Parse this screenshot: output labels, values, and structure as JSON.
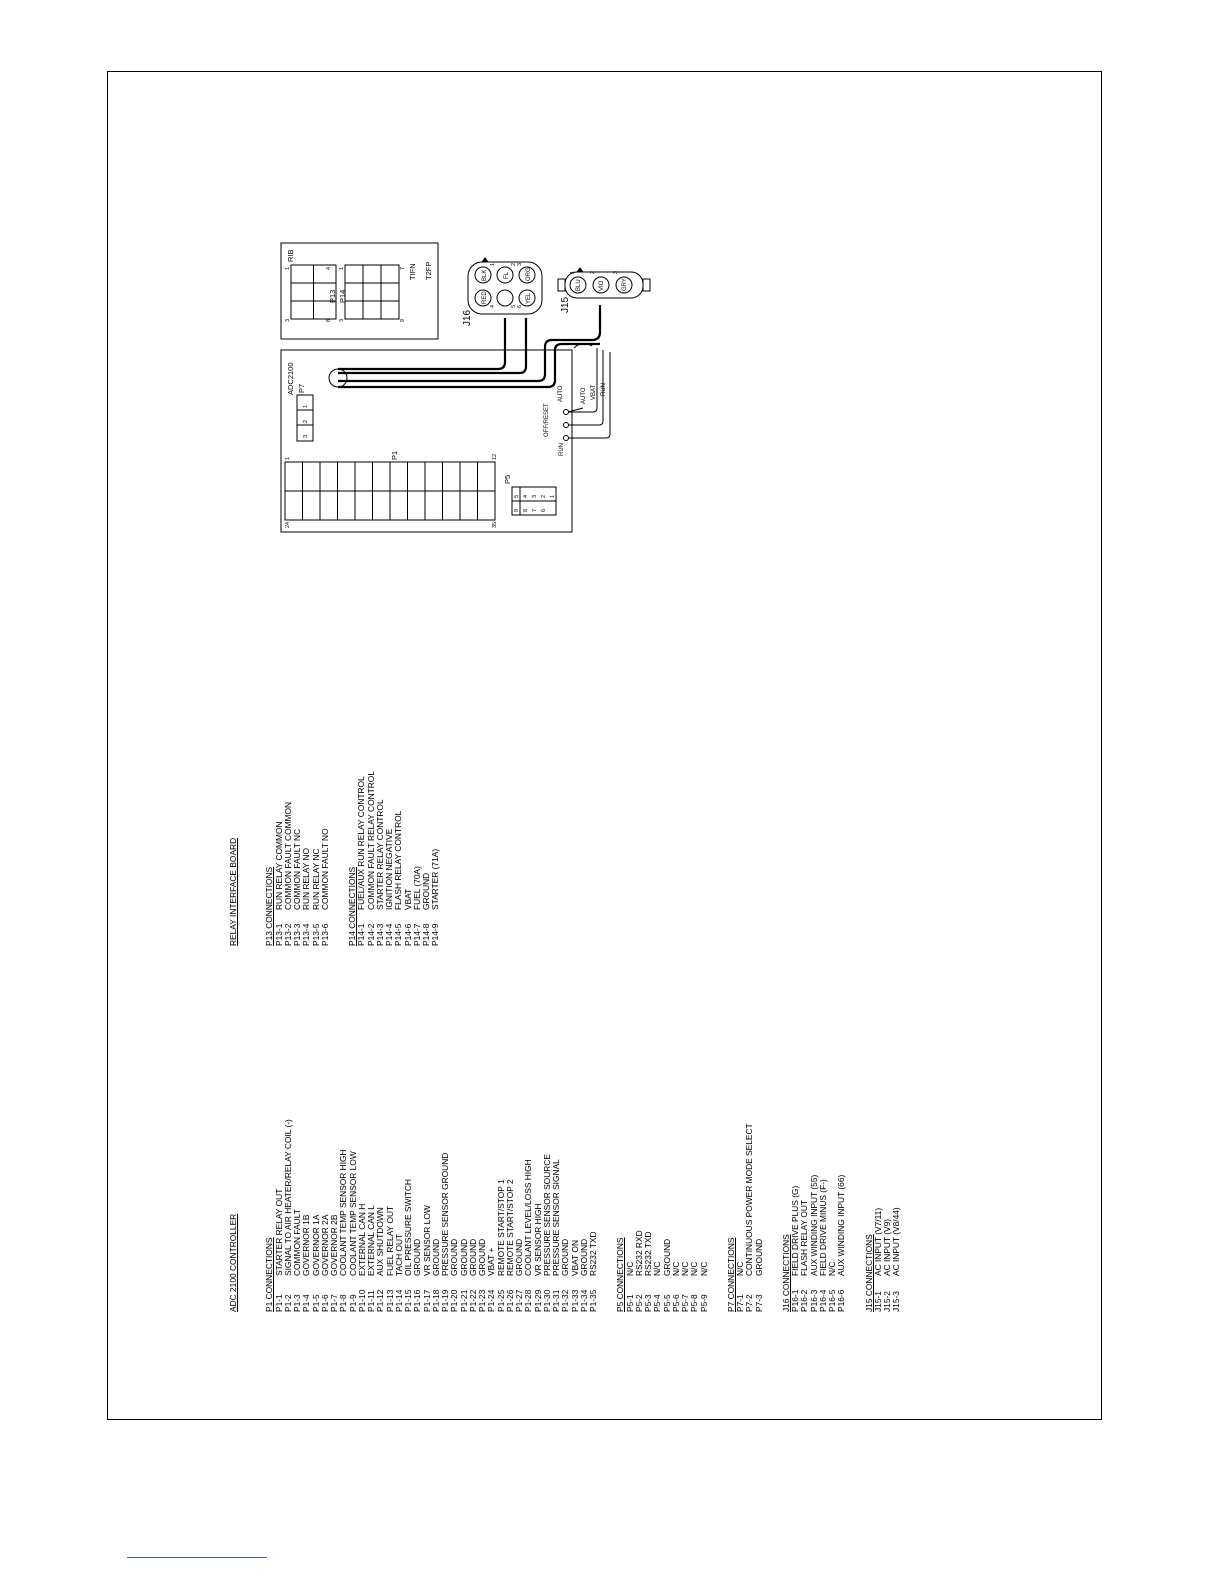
{
  "adc_controller": {
    "title": "ADC 2100 CONTROLLER",
    "groups": [
      {
        "header": "P1 CONNECTIONS",
        "rows": [
          {
            "pin": "P1-1",
            "desc": "STARTER RELAY OUT"
          },
          {
            "pin": "P1-2",
            "desc": "SIGNAL TO AIR HEATER/RELAY COIL (-)"
          },
          {
            "pin": "P1-3",
            "desc": "COMMON FAULT"
          },
          {
            "pin": "P1-4",
            "desc": "GOVERNOR 1B"
          },
          {
            "pin": "P1-5",
            "desc": "GOVERNOR 1A"
          },
          {
            "pin": "P1-6",
            "desc": "GOVERNOR 2A"
          },
          {
            "pin": "P1-7",
            "desc": "GOVERNOR 2B"
          },
          {
            "pin": "P1-8",
            "desc": "COOLANT TEMP SENSOR HIGH"
          },
          {
            "pin": "P1-9",
            "desc": "COOLANT TEMP SENSOR LOW"
          },
          {
            "pin": "P1-10",
            "desc": "EXTERNAL CAN H"
          },
          {
            "pin": "P1-11",
            "desc": "EXTERNAL CAN L"
          },
          {
            "pin": "P1-12",
            "desc": "AUX SHUTDOWN"
          },
          {
            "pin": "P1-13",
            "desc": "FUEL RELAY OUT"
          },
          {
            "pin": "P1-14",
            "desc": "TACH OUT"
          },
          {
            "pin": "P1-15",
            "desc": "OIL PRESSURE SWITCH"
          },
          {
            "pin": "P1-16",
            "desc": "GROUND"
          },
          {
            "pin": "P1-17",
            "desc": "VR SENSOR LOW"
          },
          {
            "pin": "P1-18",
            "desc": "GROUND"
          },
          {
            "pin": "P1-19",
            "desc": "PRESSURE SENSOR GROUND"
          },
          {
            "pin": "P1-20",
            "desc": "GROUND"
          },
          {
            "pin": "P1-21",
            "desc": "GROUND"
          },
          {
            "pin": "P1-22",
            "desc": "GROUND"
          },
          {
            "pin": "P1-23",
            "desc": "GROUND"
          },
          {
            "pin": "P1-24",
            "desc": "VBAT +"
          },
          {
            "pin": "P1-25",
            "desc": "REMOTE START/STOP 1"
          },
          {
            "pin": "P1-26",
            "desc": "REMOTE START/STOP 2"
          },
          {
            "pin": "P1-27",
            "desc": "GROUND"
          },
          {
            "pin": "P1-28",
            "desc": "COOLANT LEVEL/LOSS HIGH"
          },
          {
            "pin": "P1-29",
            "desc": "VR SENSOR HIGH"
          },
          {
            "pin": "P1-30",
            "desc": "PRESSURE SENSOR SOURCE"
          },
          {
            "pin": "P1-31",
            "desc": "PRESSURE SENSOR SIGNAL"
          },
          {
            "pin": "P1-32",
            "desc": "GROUND"
          },
          {
            "pin": "P1-33",
            "desc": "VBAT ON"
          },
          {
            "pin": "P1-34",
            "desc": "GROUND"
          },
          {
            "pin": "P1-35",
            "desc": "RS232 TXD"
          }
        ]
      },
      {
        "header": "P5 CONNECTIONS",
        "rows": [
          {
            "pin": "P5-1",
            "desc": "N/C"
          },
          {
            "pin": "P5-2",
            "desc": "RS232 RXD"
          },
          {
            "pin": "P5-3",
            "desc": "RS232 TXD"
          },
          {
            "pin": "P5-4",
            "desc": "N/C"
          },
          {
            "pin": "P5-5",
            "desc": "GROUND"
          },
          {
            "pin": "P5-6",
            "desc": "N/C"
          },
          {
            "pin": "P5-7",
            "desc": "N/C"
          },
          {
            "pin": "P5-8",
            "desc": "N/C"
          },
          {
            "pin": "P5-9",
            "desc": "N/C"
          }
        ]
      },
      {
        "header": "P7 CONNECTIONS",
        "rows": [
          {
            "pin": "P7-1",
            "desc": "N/C"
          },
          {
            "pin": "P7-2",
            "desc": "CONTINUOUS POWER MODE SELECT"
          },
          {
            "pin": "P7-3",
            "desc": "GROUND"
          }
        ]
      },
      {
        "header": "J16 CONNECTIONS",
        "rows": [
          {
            "pin": "P16-1",
            "desc": "FIELD DRIVE PLUS (G)"
          },
          {
            "pin": "P16-2",
            "desc": "FLASH RELAY OUT"
          },
          {
            "pin": "P16-3",
            "desc": "AUX WINDING INPUT (55)"
          },
          {
            "pin": "P16-4",
            "desc": "FIELD DRIVE MINUS (F-)"
          },
          {
            "pin": "P16-5",
            "desc": "N/C"
          },
          {
            "pin": "P16-6",
            "desc": "AUX WINDING INPUT (66)"
          }
        ]
      },
      {
        "header": "J15 CONNECTIONS",
        "rows": [
          {
            "pin": "J15-1",
            "desc": "AC INPUT (V7/11)"
          },
          {
            "pin": "J15-2",
            "desc": "AC INPUT (V9)"
          },
          {
            "pin": "J15-3",
            "desc": "AC INPUT (V8/44)"
          }
        ]
      }
    ]
  },
  "relay_board": {
    "title": "RELAY INTERFACE BOARD",
    "groups": [
      {
        "header": "P13 CONNECTIONS",
        "rows": [
          {
            "pin": "P13-1",
            "desc": "RUN RELAY COMMON"
          },
          {
            "pin": "P13-2",
            "desc": "COMMON FAULT COMMON"
          },
          {
            "pin": "P13-3",
            "desc": "COMMON FAULT NC"
          },
          {
            "pin": "P13-4",
            "desc": "RUN RELAY NO"
          },
          {
            "pin": "P13-5",
            "desc": "RUN RELAY NC"
          },
          {
            "pin": "P13-6",
            "desc": "COMMON FAULT NO"
          }
        ]
      },
      {
        "header": "P14 CONNECTIONS",
        "rows": [
          {
            "pin": "P14-1",
            "desc": "FUEL/AUX RUN RELAY CONTROL"
          },
          {
            "pin": "P14-2",
            "desc": "COMMON FAULT RELAY CONTROL"
          },
          {
            "pin": "P14-3",
            "desc": "STARTER RELAY CONTROL"
          },
          {
            "pin": "P14-4",
            "desc": "IGNITION NEGATIVE"
          },
          {
            "pin": "P14-5",
            "desc": "FLASH RELAY CONTROL"
          },
          {
            "pin": "P14-6",
            "desc": "VBAT"
          },
          {
            "pin": "P14-7",
            "desc": "FUEL (70A)"
          },
          {
            "pin": "P14-8",
            "desc": "GROUND"
          },
          {
            "pin": "P14-9",
            "desc": "STARTER (71A)"
          }
        ]
      }
    ]
  },
  "diagram_labels": {
    "rib": "RIB",
    "p13": "P13",
    "p14": "P14",
    "tifn": "TIFN",
    "t2fp": "T2FP",
    "adc2100": "ADC2100",
    "p7": "P7",
    "p1": "P1",
    "p5": "P5",
    "j16": "J16",
    "j15": "J15",
    "run": "RUN",
    "off_reset": "OFF/RESET",
    "auto": "AUTO",
    "wire_auto": "AUTO",
    "wire_vbat": "VBAT",
    "wire_run": "RUN",
    "j16_red": "RED",
    "j16_blk": "BLK",
    "j16_fl": "FL",
    "j16_yel": "YEL",
    "j16_org": "ORG",
    "j15_blu": "BLU",
    "j15_vio": "VIO",
    "j15_gry": "GRY",
    "p7_pins": [
      "1",
      "2",
      "3"
    ],
    "p5_pins": [
      "5",
      "4",
      "3",
      "2",
      "1",
      "9",
      "8",
      "7",
      "6"
    ],
    "p1_nums": [
      "1",
      "12",
      "24",
      "35"
    ],
    "rib_nums": [
      "3",
      "1",
      "6",
      "4",
      "3",
      "1",
      "9",
      "7"
    ],
    "j16_nums": [
      "4",
      "1",
      "2",
      "3",
      "5",
      "6"
    ],
    "j15_nums": [
      "1",
      "2",
      "3"
    ]
  }
}
